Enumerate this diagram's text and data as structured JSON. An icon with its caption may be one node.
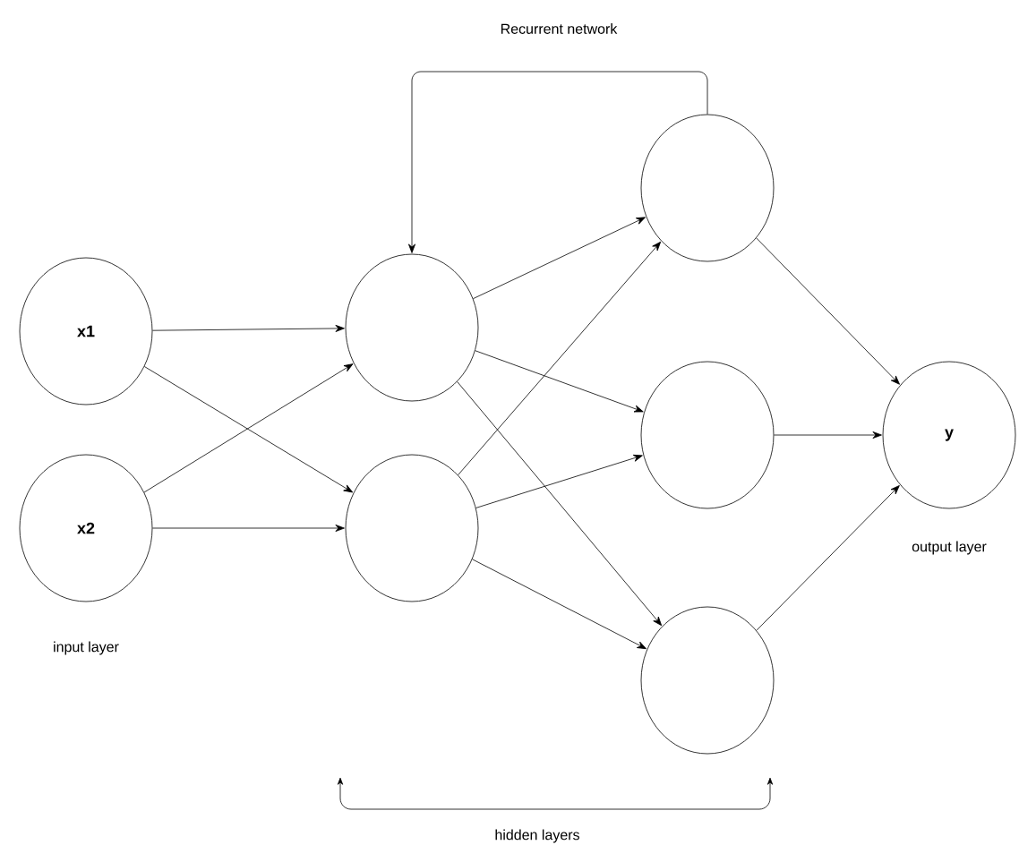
{
  "diagram": {
    "nodes": [
      {
        "text": [
          "x1"
        ]
      },
      {
        "text": [
          "x2"
        ]
      },
      {
        "text": [],
        "shape": "circle"
      },
      {
        "text": [],
        "shape": "circle"
      },
      {
        "text": [],
        "shape": "circle"
      },
      {
        "text": [],
        "shape": "circle"
      },
      {
        "text": [],
        "shape": "circle"
      },
      {
        "text": [
          "y"
        ],
        "beside": [
          "output layer"
        ]
      }
    ],
    "edges": [
      {
        "from": 0,
        "to": 2,
        "arrow": "to"
      },
      {
        "from": 0,
        "to": 3,
        "arrow": "to"
      },
      {
        "from": 1,
        "to": 2,
        "arrow": "to"
      },
      {
        "from": 1,
        "to": 3,
        "arrow": "to"
      },
      {
        "from": 2,
        "to": 4,
        "arrow": "to"
      },
      {
        "from": 2,
        "to": 5,
        "arrow": "to"
      },
      {
        "from": 2,
        "to": 6,
        "arrow": "to"
      },
      {
        "from": 3,
        "to": 4,
        "arrow": "to"
      },
      {
        "from": 3,
        "to": 5,
        "arrow": "to"
      },
      {
        "from": 3,
        "to": 6,
        "arrow": "to"
      },
      {
        "from": 4,
        "to": 7,
        "arrow": "to"
      },
      {
        "from": 5,
        "to": 7,
        "arrow": "to"
      },
      {
        "from": 6,
        "to": 7,
        "arrow": "to"
      },
      {
        "from": 4,
        "to": 2,
        "arrow": "to",
        "label": "Recurrent network"
      }
    ],
    "labels": [
      "input layer",
      "hidden layers"
    ]
  }
}
